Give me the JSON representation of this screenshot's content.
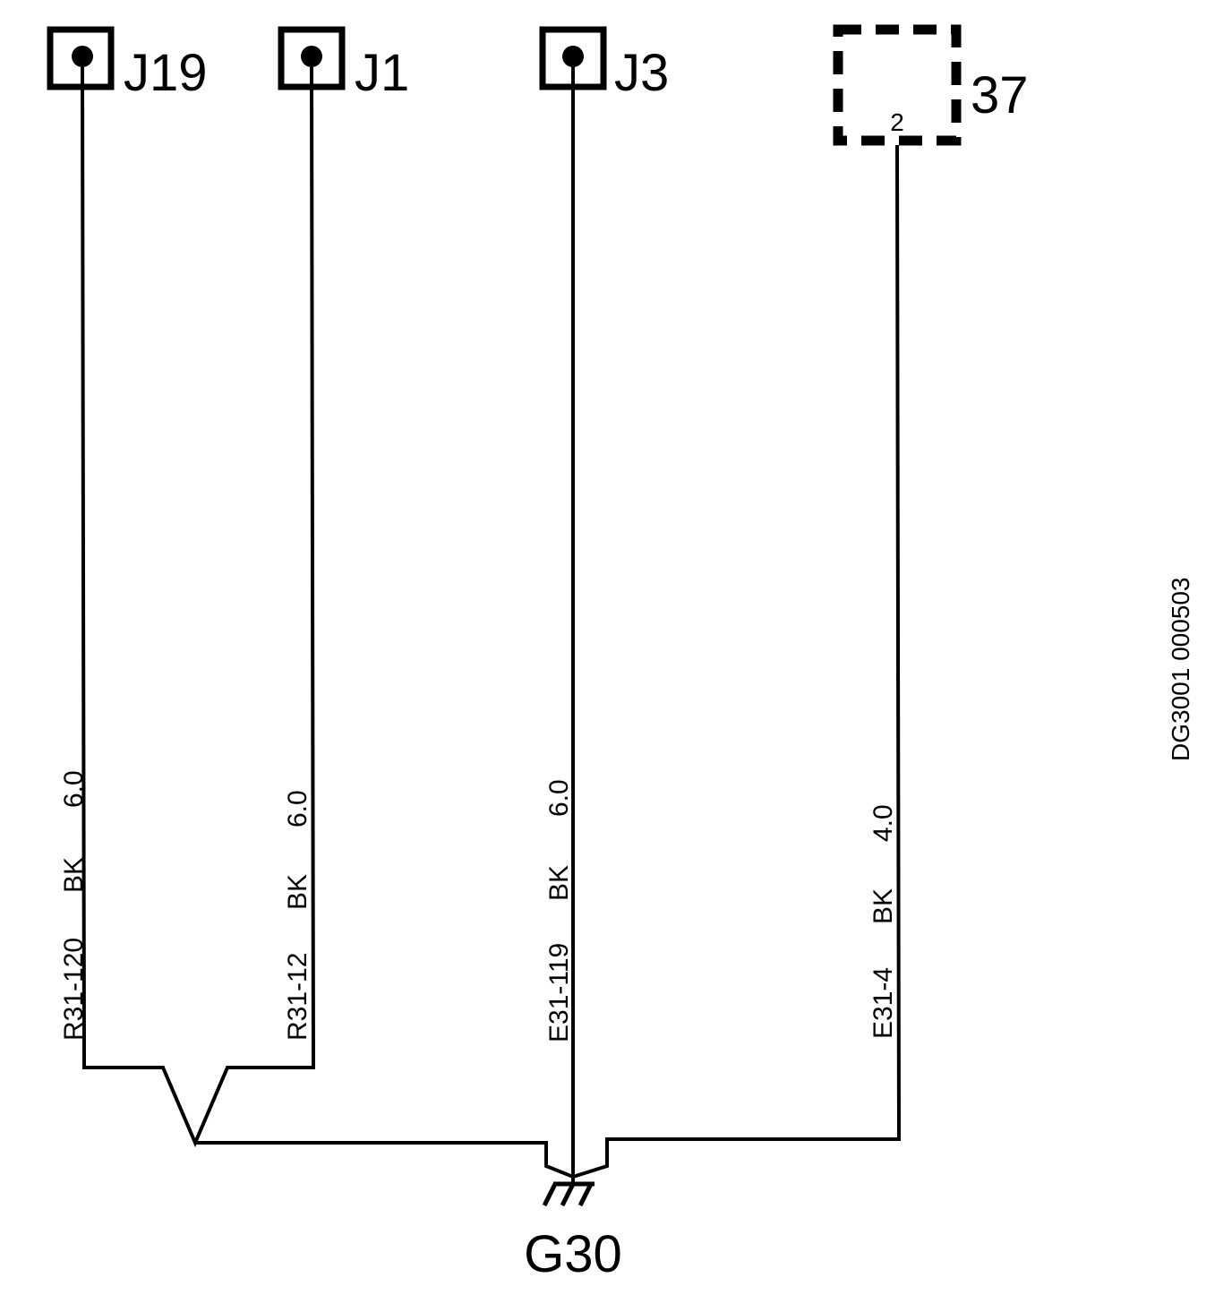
{
  "connectors": [
    {
      "id": "J19",
      "type": "splice"
    },
    {
      "id": "J1",
      "type": "splice"
    },
    {
      "id": "J3",
      "type": "splice"
    },
    {
      "id": "37",
      "type": "component",
      "pin": "2"
    }
  ],
  "wires": [
    {
      "circuit": "R31-120",
      "color": "BK",
      "size": "6.0"
    },
    {
      "circuit": "R31-12",
      "color": "BK",
      "size": "6.0"
    },
    {
      "circuit": "E31-119",
      "color": "BK",
      "size": "6.0"
    },
    {
      "circuit": "E31-4",
      "color": "BK",
      "size": "4.0"
    }
  ],
  "ground": {
    "id": "G30"
  },
  "diagram_code": "DG3001 000503",
  "colors": {
    "line": "#000000",
    "background": "#ffffff"
  }
}
